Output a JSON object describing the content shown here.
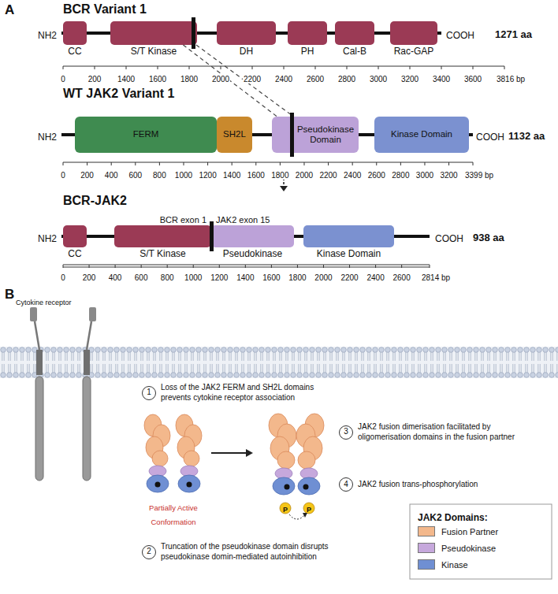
{
  "diagram": {
    "nodes": [
      {
        "text": [
          "CC"
        ]
      },
      {
        "text": [
          "S/T Kinase"
        ]
      },
      {
        "text": [
          "DH"
        ]
      },
      {
        "text": [
          "PH"
        ]
      },
      {
        "text": [
          "Cal-B"
        ]
      },
      {
        "text": [
          "Rac-GAP"
        ]
      },
      {
        "text": [
          "FERM"
        ]
      },
      {
        "text": [
          "SH2L"
        ]
      },
      {
        "text": [
          "Pseudokinase Domain"
        ]
      },
      {
        "text": [
          "Kinase Domain"
        ]
      },
      {
        "text": [
          "CC"
        ]
      },
      {
        "text": [
          "S/T Kinase"
        ]
      },
      {
        "text": [
          "Pseudokinase"
        ]
      },
      {
        "text": [
          "Kinase Domain"
        ]
      },
      {
        "text": [
          "1",
          "Loss of the JAK2 FERM and SH2L domains prevents cytokine receptor association"
        ]
      },
      {
        "text": [
          "3",
          "JAK2 fusion dimerisation facilitated by oligomerisation domains in the fusion partner"
        ]
      },
      {
        "text": [
          "4",
          "JAK2 fusion trans-phosphorylation"
        ]
      },
      {
        "text": [
          "2",
          "Truncation of the pseudokinase domain disrupts pseudokinase domin-mediated autoinhibition"
        ]
      }
    ],
    "edges": [
      {
        "from": 1,
        "to": 8,
        "arrow": "none"
      },
      {
        "from": 1,
        "to": 8,
        "arrow": "none"
      }
    ],
    "labels": [
      "A",
      "BCR Variant 1",
      "NH2",
      "COOH",
      "1271 aa",
      "0",
      "200",
      "1400",
      "1600",
      "1800",
      "2000",
      "2200",
      "2400",
      "2600",
      "2800",
      "3000",
      "3200",
      "3400",
      "3600",
      "3816 bp",
      "WT JAK2 Variant 1",
      "NH2",
      "COOH",
      "1132 aa",
      "0",
      "200",
      "400",
      "600",
      "800",
      "1000",
      "1200",
      "1400",
      "1600",
      "1800",
      "2000",
      "2200",
      "2400",
      "2600",
      "2800",
      "3000",
      "3200",
      "3399 bp",
      "BCR-JAK2",
      "BCR exon 1",
      "JAK2 exon 15",
      "NH2",
      "COOH",
      "938 aa",
      "0",
      "200",
      "400",
      "600",
      "800",
      "1000",
      "1200",
      "1400",
      "1600",
      "1800",
      "2000",
      "2200",
      "2400",
      "2600",
      "2814 bp",
      "B",
      "Cytokine receptor",
      "Partially Active Conformation",
      "P",
      "P",
      "JAK2 Domains:"
    ],
    "legend": [
      {
        "text": "Fusion Partner",
        "color": "#f3b88c"
      },
      {
        "text": "Pseudokinase",
        "color": "#c6a8dc"
      },
      {
        "text": "Kinase",
        "color": "#6f8fd3"
      }
    ]
  }
}
